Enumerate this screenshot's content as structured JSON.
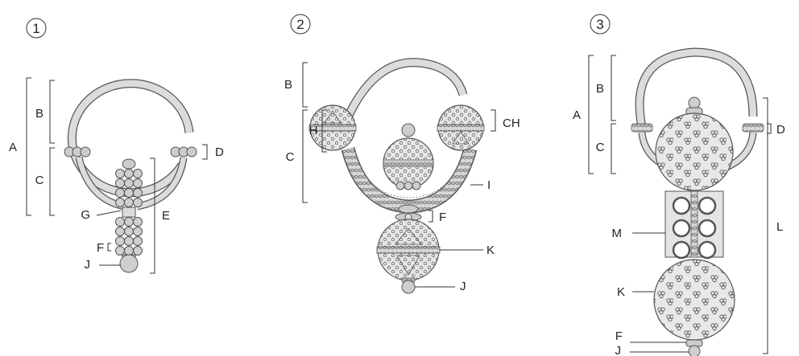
{
  "figures": [
    {
      "number": "1",
      "labels": {
        "A": "A",
        "B": "B",
        "C": "C",
        "D": "D",
        "E": "E",
        "F": "F",
        "G": "G",
        "J": "J"
      }
    },
    {
      "number": "2",
      "labels": {
        "B": "B",
        "C": "C",
        "H": "H",
        "CH": "CH",
        "I": "I",
        "F": "F",
        "K": "K",
        "J": "J"
      }
    },
    {
      "number": "3",
      "labels": {
        "A": "A",
        "B": "B",
        "C": "C",
        "D": "D",
        "L": "L",
        "M": "M",
        "K": "K",
        "F": "F",
        "J": "J"
      }
    }
  ],
  "colors": {
    "metal_fill": "#dcdcdc",
    "outline": "#555555",
    "bead": "#bdbdbd",
    "text": "#222222"
  }
}
